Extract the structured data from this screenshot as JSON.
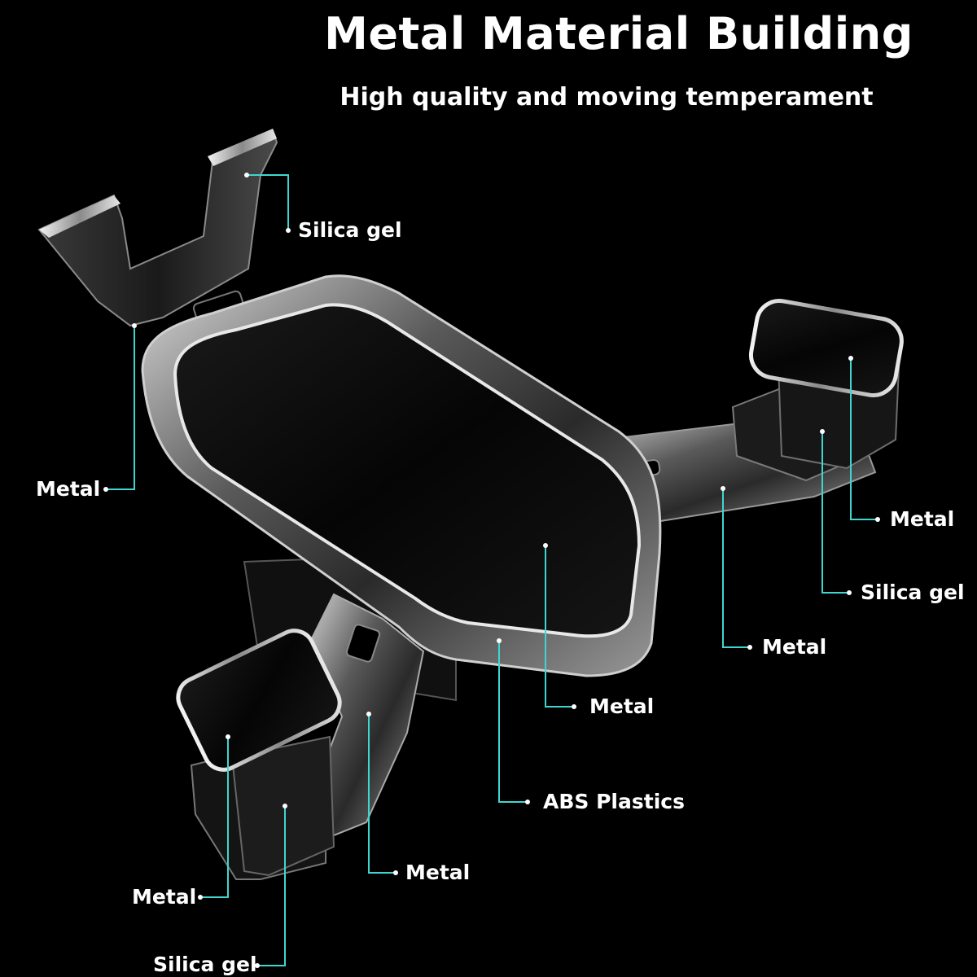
{
  "header": {
    "title": "Metal Material Building",
    "subtitle": "High quality and moving temperament"
  },
  "callouts": [
    {
      "id": "top-clip-material",
      "text": "Silica gel"
    },
    {
      "id": "left-arm-material",
      "text": "Metal"
    },
    {
      "id": "right-pad-material",
      "text": "Metal"
    },
    {
      "id": "right-foot-material",
      "text": "Silica gel"
    },
    {
      "id": "right-arm-material",
      "text": "Metal"
    },
    {
      "id": "face-material",
      "text": "Metal"
    },
    {
      "id": "body-material",
      "text": "ABS Plastics"
    },
    {
      "id": "lower-arm-material",
      "text": "Metal"
    },
    {
      "id": "left-pad-material",
      "text": "Metal"
    },
    {
      "id": "left-foot-material",
      "text": "Silica gel"
    }
  ],
  "colors": {
    "background": "#000000",
    "text": "#ffffff",
    "leader-line": "#3fd6d0"
  }
}
